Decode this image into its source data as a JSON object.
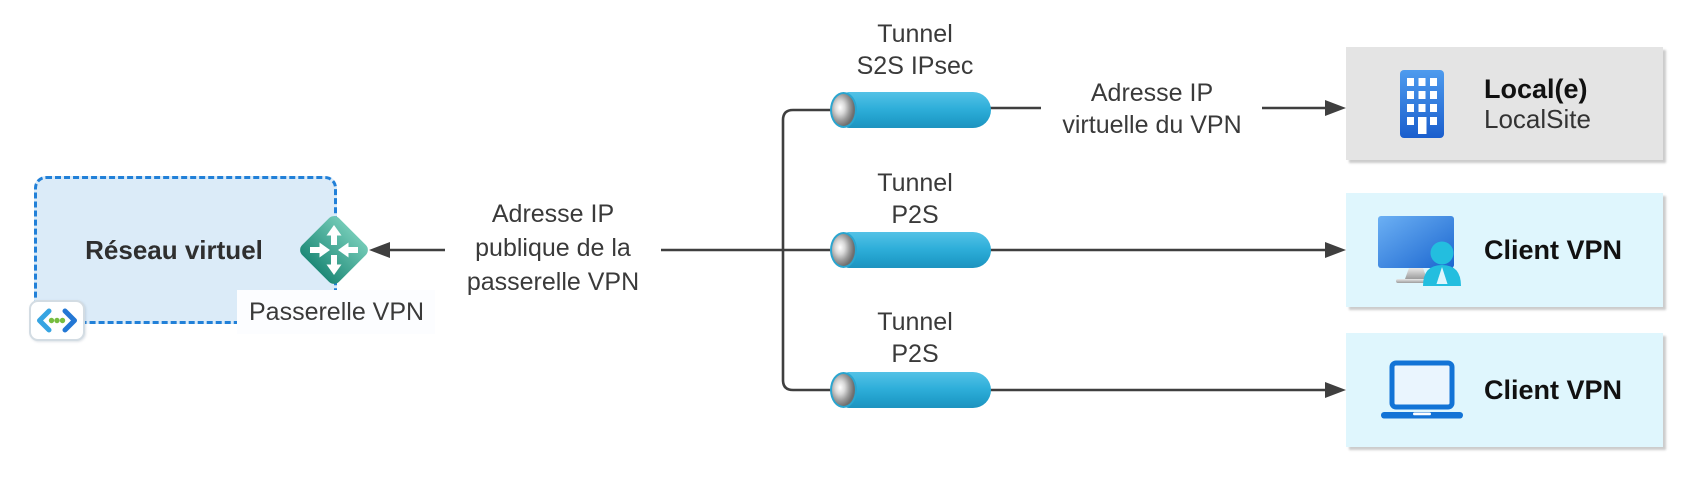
{
  "diagram": {
    "vnet": {
      "label": "Réseau virtuel",
      "icon": "virtual-network-icon"
    },
    "gateway": {
      "label": "Passerelle VPN",
      "icon": "vpn-gateway-icon"
    },
    "public_ip_label": {
      "line1": "Adresse IP",
      "line2": "publique de la",
      "line3": "passerelle VPN"
    },
    "virtual_ip_label": {
      "line1": "Adresse IP",
      "line2": "virtuelle du VPN"
    },
    "tunnels": [
      {
        "line1": "Tunnel",
        "line2": "S2S IPsec"
      },
      {
        "line1": "Tunnel",
        "line2": "P2S"
      },
      {
        "line1": "Tunnel",
        "line2": "P2S"
      }
    ],
    "endpoints": [
      {
        "title": "Local(e)",
        "subtitle": "LocalSite",
        "icon": "building-icon"
      },
      {
        "title": "Client VPN",
        "icon": "desktop-user-icon"
      },
      {
        "title": "Client VPN",
        "icon": "laptop-icon"
      }
    ],
    "colors": {
      "vnet_fill": "#dbebf8",
      "vnet_border": "#2180d8",
      "gateway_teal_top": "#6cc6b2",
      "gateway_teal_bottom": "#27907e",
      "pipe_cyan": "#2fafda",
      "wire_gray": "#3f3f3f",
      "endpoint_gray": "#e4e4e4",
      "endpoint_cyan": "#dff6fd"
    }
  }
}
